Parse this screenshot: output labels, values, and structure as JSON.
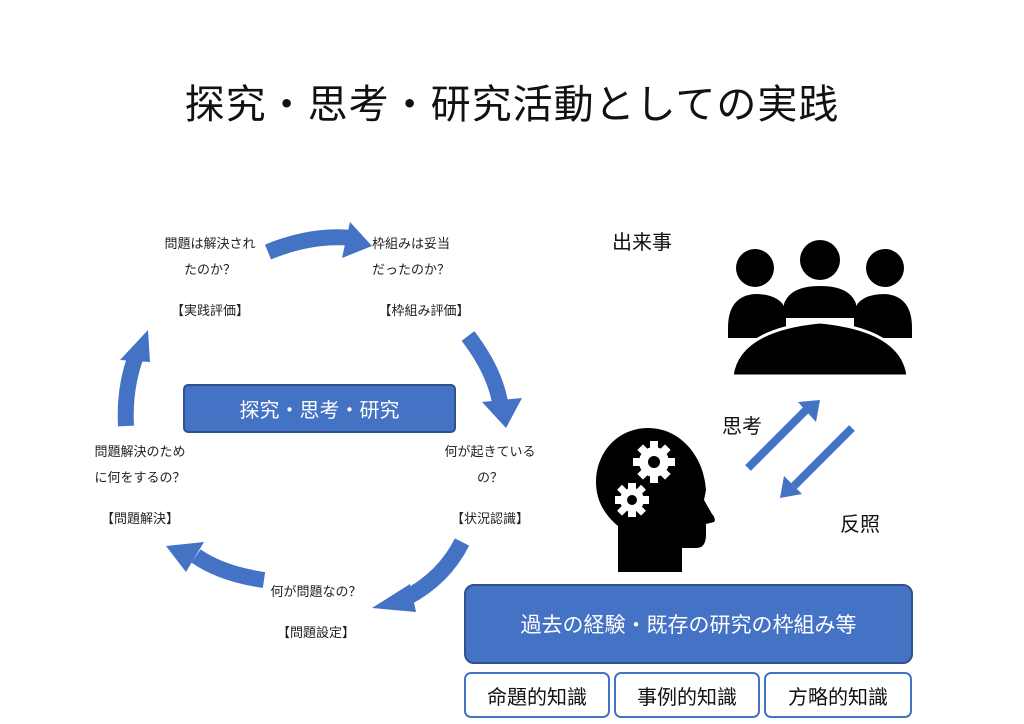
{
  "title": "探究・思考・研究活動としての実践",
  "cycle": {
    "center": "探究・思考・研究",
    "nodes": [
      {
        "q1": "問題は解決され",
        "q2": "たのか？",
        "tag": "【実践評価】"
      },
      {
        "q1": "枠組みは妥当",
        "q2": "だったのか？",
        "tag": "【枠組み評価】"
      },
      {
        "q1": "何が起きている",
        "q2": "の？",
        "tag": "【状況認識】"
      },
      {
        "q1": "何が問題なの？",
        "q2": "",
        "tag": "【問題設定】"
      },
      {
        "q1": "問題解決のため",
        "q2": "に何をするの？",
        "tag": "【問題解決】"
      }
    ]
  },
  "right": {
    "event": "出来事",
    "thinking": "思考",
    "reflection": "反照",
    "base": "過去の経験・既存の研究の枠組み等",
    "knowledge": [
      "命題的知識",
      "事例的知識",
      "方略的知識"
    ]
  },
  "colors": {
    "accent": "#4472c4",
    "accent_dark": "#2f528f",
    "icon": "#000000"
  },
  "icons": [
    "meeting-people-icon",
    "head-gears-icon",
    "double-arrow-icon",
    "cycle-arrow-icon"
  ]
}
